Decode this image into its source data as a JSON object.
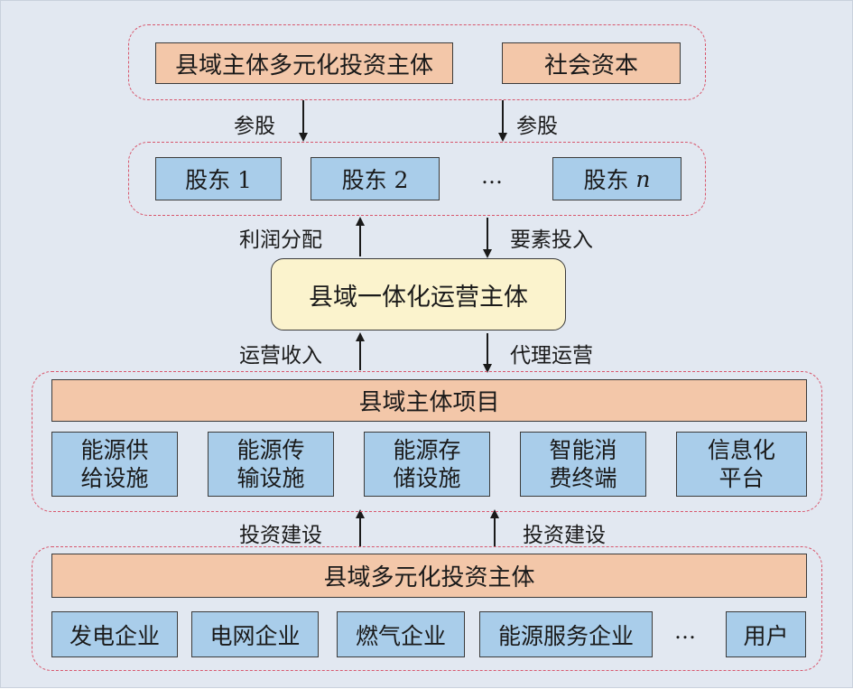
{
  "top": {
    "investors": "县域主体多元化投资主体",
    "social_capital": "社会资本"
  },
  "participate_left": "参股",
  "participate_right": "参股",
  "shareholders": {
    "s1": "股东 1",
    "s2": "股东 2",
    "ellipsis": "…",
    "sn_prefix": "股东 ",
    "sn_var": "n"
  },
  "profit_distribution": "利润分配",
  "factor_input": "要素投入",
  "core": "县域一体化运营主体",
  "operating_income": "运营收入",
  "agent_operation": "代理运营",
  "project": {
    "title": "县域主体项目",
    "items": [
      [
        "能源供",
        "给设施"
      ],
      [
        "能源传",
        "输设施"
      ],
      [
        "能源存",
        "储设施"
      ],
      [
        "智能消",
        "费终端"
      ],
      [
        "信息化",
        "平台"
      ]
    ]
  },
  "invest_build_left": "投资建设",
  "invest_build_right": "投资建设",
  "bottom": {
    "title": "县域多元化投资主体",
    "entities": [
      "发电企业",
      "电网企业",
      "燃气企业",
      "能源服务企业"
    ],
    "ellipsis": "…",
    "user": "用户"
  },
  "colors": {
    "background": "#e2e8f1",
    "dashed_border": "#d8576d",
    "peach": "#f3c7a9",
    "blue": "#a9cdea",
    "core_fill": "#fbf3cd"
  }
}
